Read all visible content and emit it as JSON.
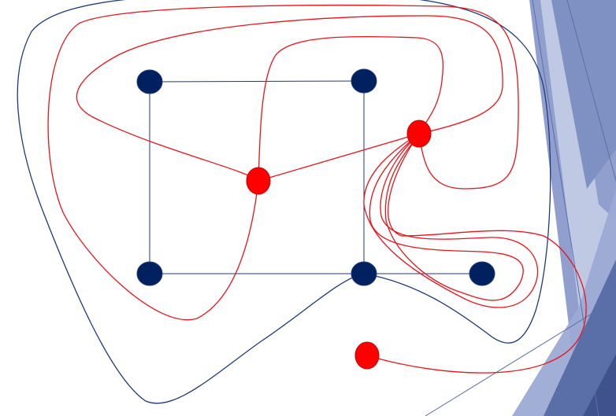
{
  "colors": {
    "primal_vertex": "#002060",
    "primal_edge": "#1f3a78",
    "dual_vertex": "#ff0000",
    "dual_edge": "#e8141b",
    "background": "#ffffff",
    "decor_dark": "#5a6fa8",
    "decor_mid": "#8a9acb",
    "decor_light": "#c5cde6"
  },
  "primal_graph": {
    "vertices": [
      "v1",
      "v2",
      "v3",
      "v4",
      "v5"
    ],
    "edges": [
      [
        "v1",
        "v2"
      ],
      [
        "v1",
        "v3"
      ],
      [
        "v2",
        "v4"
      ],
      [
        "v3",
        "v4"
      ],
      [
        "v4",
        "v5"
      ],
      [
        "v3",
        "v4",
        "outer"
      ]
    ]
  },
  "dual_graph": {
    "vertices": [
      "f1",
      "f2",
      "f3"
    ],
    "edge_count": 6
  }
}
